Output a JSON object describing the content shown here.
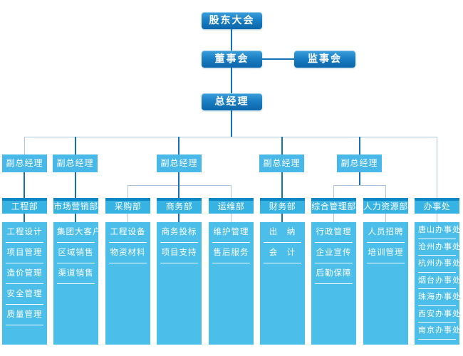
{
  "org": {
    "levels": {
      "shareholders_meeting": "股东大会",
      "board_of_directors": "董事会",
      "supervisory_board": "监事会",
      "general_manager": "总经理",
      "deputy_general_manager": "副总经理"
    },
    "colors": {
      "top_box_gradient_start": "#3da0dc",
      "top_box_gradient_end": "#0d66aa",
      "deputy_box": "#48b8e9",
      "dept_header_strip": "#0f87c4",
      "dept_header": "#36b2e3",
      "dept_body": "#4cbeea",
      "line_dark": "#1371b5",
      "line_light": "#aac8e3",
      "text": "#ffffff"
    },
    "departments": [
      {
        "name": "工程部",
        "items": [
          "工程设计",
          "项目管理",
          "造价管理",
          "安全管理",
          "质量管理"
        ]
      },
      {
        "name": "市场营销部",
        "items": [
          "集团大客户",
          "区域销售",
          "渠道销售"
        ]
      },
      {
        "name": "采购部",
        "items": [
          "工程设备",
          "物资材料"
        ]
      },
      {
        "name": "商务部",
        "items": [
          "商务投标",
          "项目支持"
        ]
      },
      {
        "name": "运维部",
        "items": [
          "维护管理",
          "售后服务"
        ]
      },
      {
        "name": "财务部",
        "items": [
          "出　纳",
          "会　计"
        ]
      },
      {
        "name": "综合管理部",
        "items": [
          "行政管理",
          "企业宣传",
          "后勤保障"
        ]
      },
      {
        "name": "人力资源部",
        "items": [
          "人员招聘",
          "培训管理"
        ]
      },
      {
        "name": "办事处",
        "items": [
          "唐山办事处",
          "沧州办事处",
          "杭州办事处",
          "烟台办事处",
          "珠海办事处",
          "西安办事处",
          "南京办事处"
        ]
      }
    ]
  }
}
